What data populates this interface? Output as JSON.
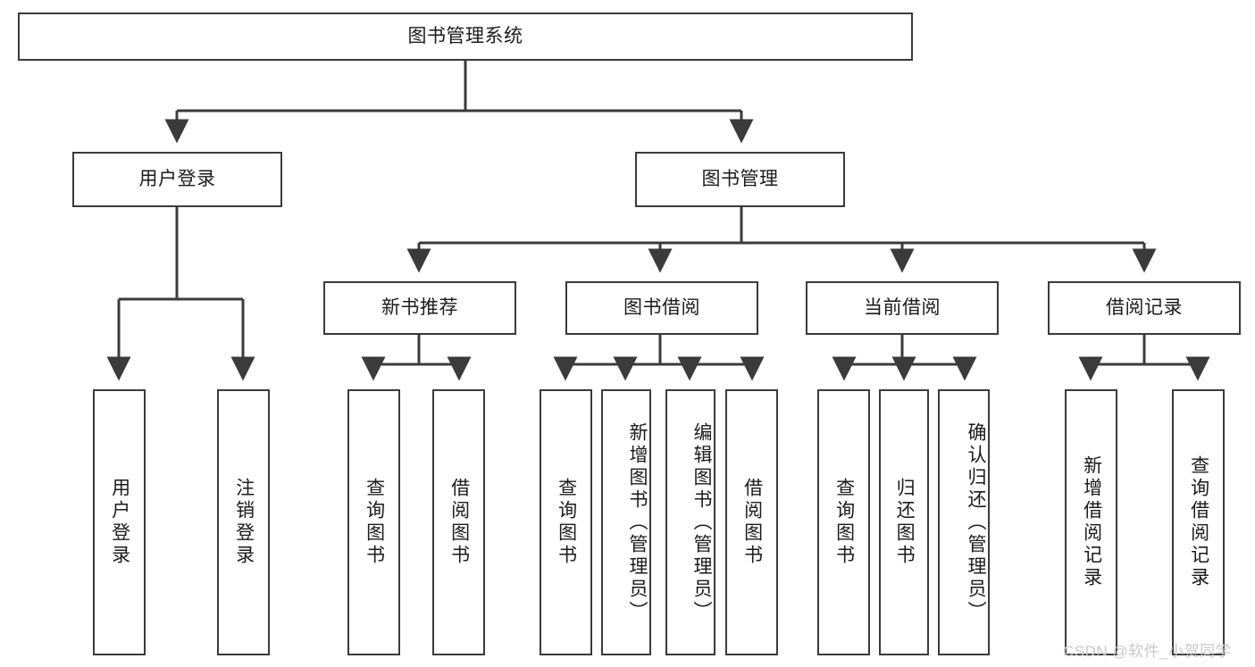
{
  "diagram": {
    "type": "tree-hierarchy",
    "title": "图书管理系统",
    "watermark": "CSDN @软件_小贺同学",
    "colors": {
      "stroke": "#3b3b3b",
      "fill": "#ffffff",
      "text": "#1b1b1b",
      "watermark": "#c9c9c9"
    },
    "root": {
      "label": "图书管理系统"
    },
    "level2": [
      {
        "label": "用户登录"
      },
      {
        "label": "图书管理"
      }
    ],
    "level3": [
      {
        "label": "新书推荐"
      },
      {
        "label": "图书借阅"
      },
      {
        "label": "当前借阅"
      },
      {
        "label": "借阅记录"
      }
    ],
    "leaves": {
      "user_login": [
        {
          "label": "用户登录"
        },
        {
          "label": "注销登录"
        }
      ],
      "new_book_recommend": [
        {
          "label": "查询图书"
        },
        {
          "label": "借阅图书"
        }
      ],
      "book_borrow": [
        {
          "label": "查询图书"
        },
        {
          "label": "新增图书（管理员）"
        },
        {
          "label": "编辑图书（管理员）"
        },
        {
          "label": "借阅图书"
        }
      ],
      "current_borrow": [
        {
          "label": "查询图书"
        },
        {
          "label": "归还图书"
        },
        {
          "label": "确认归还（管理员）"
        }
      ],
      "borrow_record": [
        {
          "label": "新增借阅记录"
        },
        {
          "label": "查询借阅记录"
        }
      ]
    }
  }
}
